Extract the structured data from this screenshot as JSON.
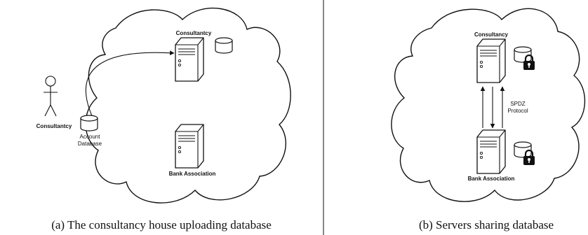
{
  "panel_a": {
    "server_top_label": "Consultantcy",
    "person_label": "Consultantcy",
    "database_label_line1": "Account",
    "database_label_line2": "Database",
    "server_bottom_label": "Bank Association",
    "caption": "(a) The consultancy house uploading database"
  },
  "panel_b": {
    "server_top_label": "Consultancy",
    "protocol_label_line1": "SPDZ",
    "protocol_label_line2": "Protocol",
    "server_bottom_label": "Bank Association",
    "caption": "(b) Servers sharing database"
  }
}
